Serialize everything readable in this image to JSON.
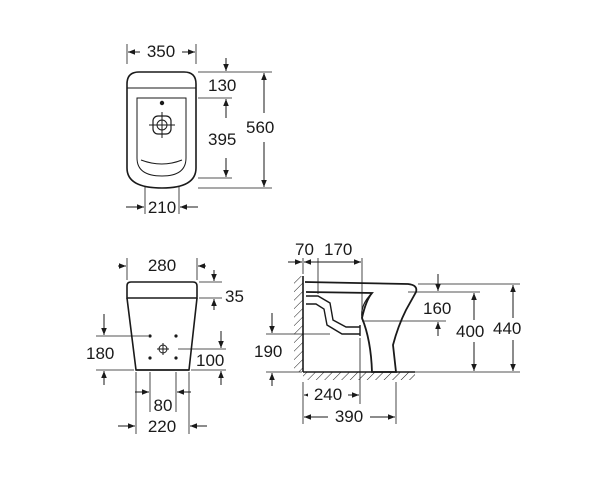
{
  "colors": {
    "line": "#1a1a1a",
    "background": "#ffffff"
  },
  "top_view": {
    "width_label": "350",
    "seg_top_label": "130",
    "seg_mid_label": "395",
    "total_depth_label": "560",
    "bottom_width_label": "210"
  },
  "front_view": {
    "top_width_label": "280",
    "top_rim_label": "35",
    "left_height_label": "180",
    "right_height_label": "100",
    "hole_spacing_label": "80",
    "base_width_label": "220"
  },
  "side_view": {
    "inlet_offset_label": "70",
    "inlet_width_label": "170",
    "drain_height_label": "160",
    "overflow_height_label": "400",
    "total_height_label": "440",
    "left_height_label": "190",
    "floor_offset_label": "240",
    "total_length_label": "390"
  }
}
